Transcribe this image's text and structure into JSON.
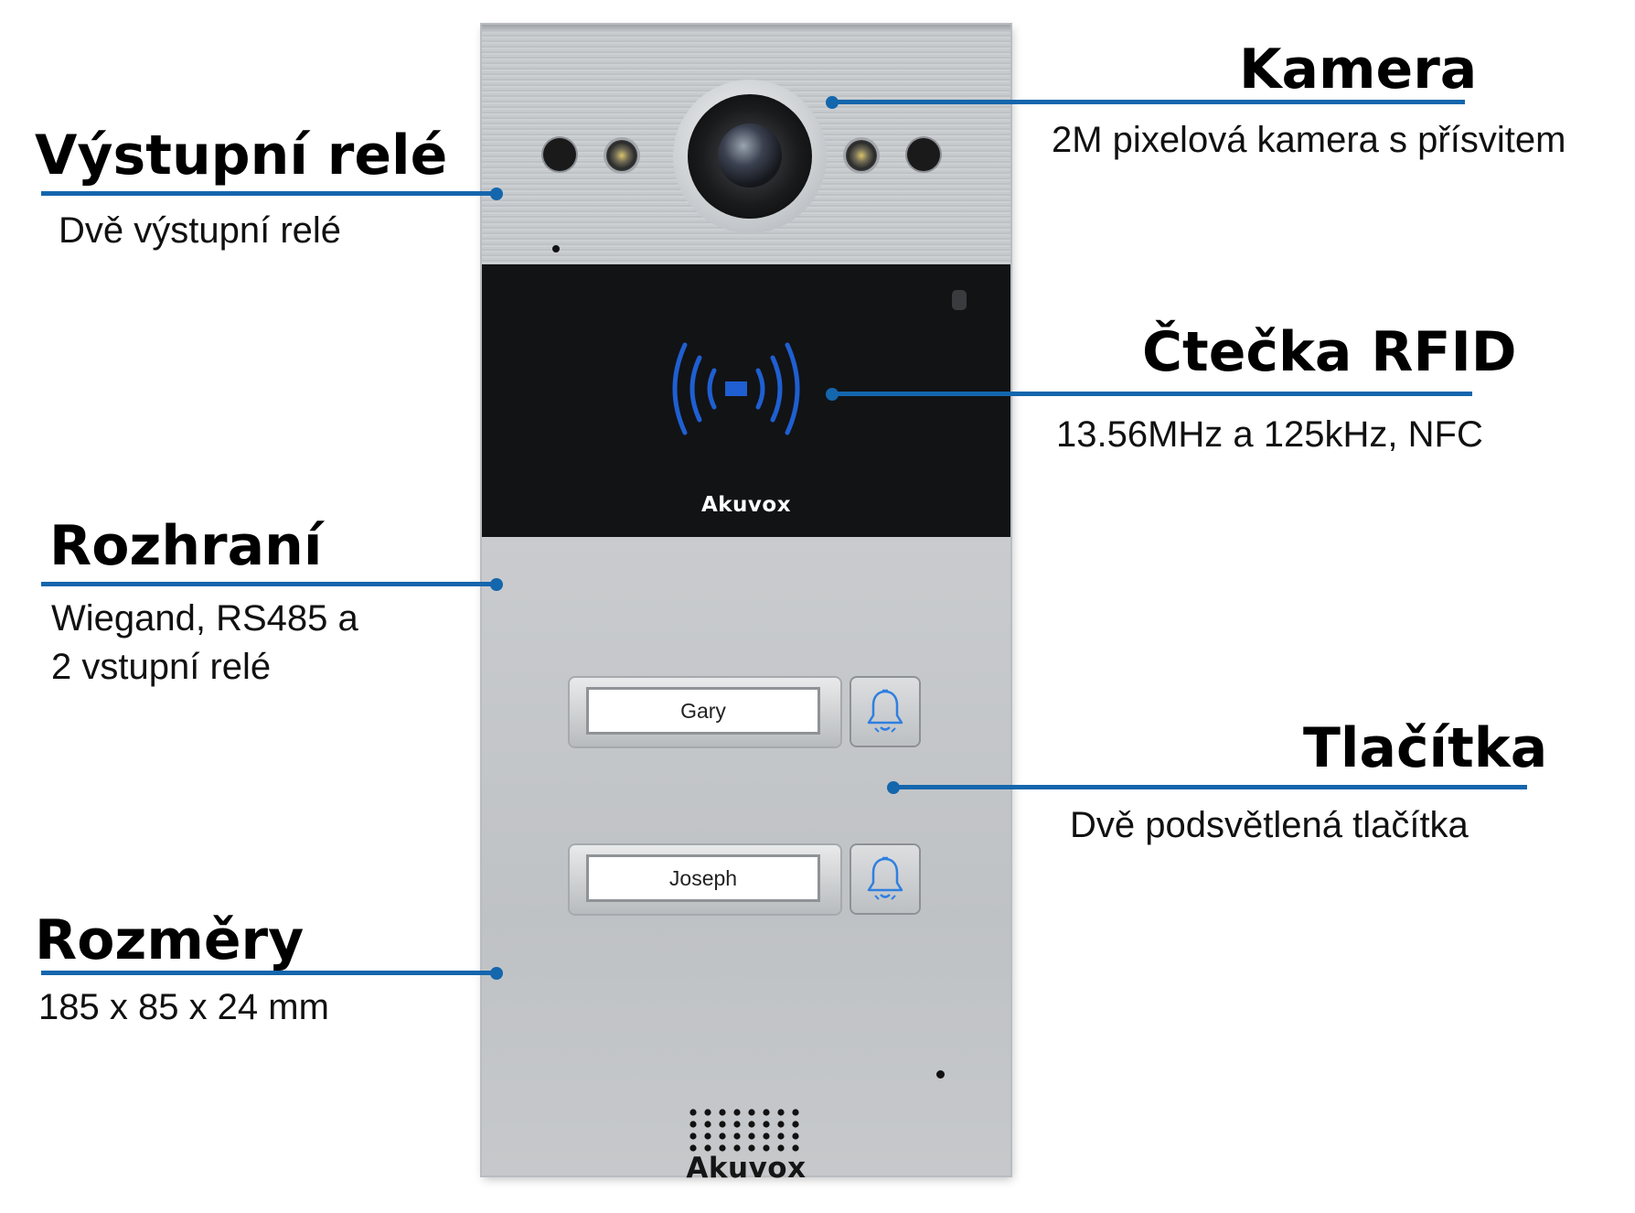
{
  "annotations": {
    "relay_out": {
      "title": "Výstupní relé",
      "desc": "Dvě výstupní relé"
    },
    "camera": {
      "title": "Kamera",
      "desc": "2M pixelová kamera s přísvitem"
    },
    "rfid": {
      "title": "Čtečka RFID",
      "desc": "13.56MHz a 125kHz, NFC"
    },
    "interface": {
      "title": "Rozhraní",
      "desc_line1": "Wiegand, RS485 a",
      "desc_line2": "2 vstupní relé"
    },
    "buttons": {
      "title": "Tlačítka",
      "desc": "Dvě podsvětlená tlačítka"
    },
    "dimensions": {
      "title": "Rozměry",
      "desc": "185 x 85 x 24 mm"
    }
  },
  "device": {
    "brand_rfid": "Akuvox",
    "brand_bottom": "Akuvox",
    "name_cards": [
      "Gary",
      "Joseph"
    ]
  },
  "colors": {
    "leader_line": "#1466ad",
    "rfid_waves": "#1f5fd1",
    "bell_icon": "#2f7fe0"
  }
}
